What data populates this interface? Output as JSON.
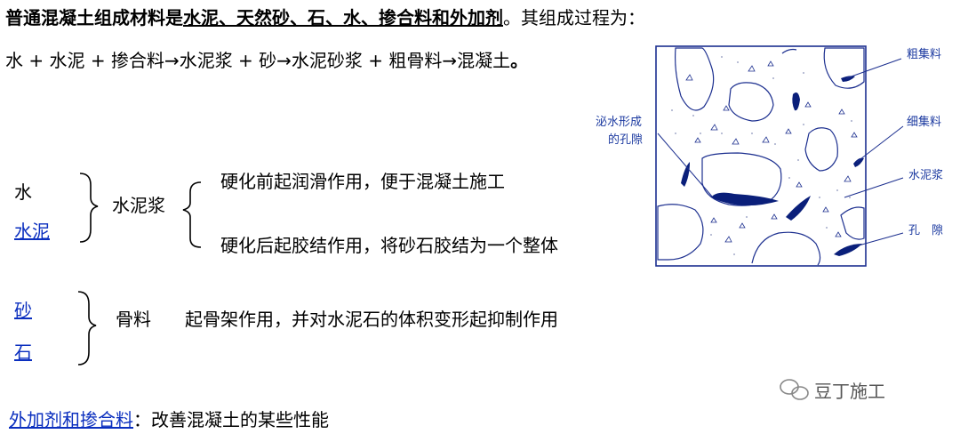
{
  "header": {
    "title_bold_prefix": "普通混凝土组成材料是",
    "title_underlined": "水泥、天然砂、石、水、掺合料和外加剂",
    "title_suffix": "。其组成过程为："
  },
  "formula": {
    "text": "水 + 水泥 + 掺合料→水泥浆 + 砂→水泥砂浆 + 粗骨料→混凝土",
    "end_mark": "。"
  },
  "group1": {
    "item_water": "水",
    "item_cement": "水泥",
    "result": "水泥浆",
    "effect_before": "硬化前起润滑作用，便于混凝土施工",
    "effect_after": "硬化后起胶结作用，将砂石胶结为一个整体"
  },
  "group2": {
    "item_sand": "砂",
    "item_stone": "石",
    "result": "骨料",
    "effect": "起骨架作用，并对水泥石的体积变形起抑制作用"
  },
  "footer": {
    "link": "外加剂和掺合料",
    "text": "：改善混凝土的某些性能"
  },
  "diagram": {
    "label_coarse": "粗集料",
    "label_fine": "细集料",
    "label_paste": "水泥浆",
    "label_pore": "孔　隙",
    "label_bleed_line1": "泌水形成",
    "label_bleed_line2": "的孔隙"
  },
  "watermark": {
    "text": "豆丁施工"
  },
  "colors": {
    "link_blue": "#0b2fbf",
    "diagram_blue": "#1c2f8f",
    "pore_fill": "#0a1f7a"
  }
}
